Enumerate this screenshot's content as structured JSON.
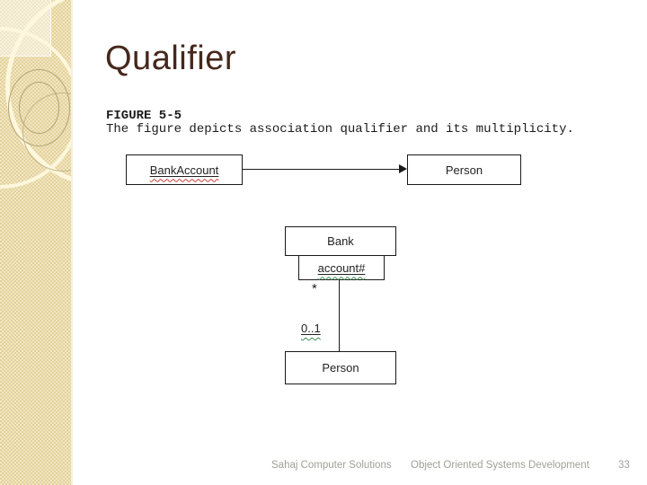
{
  "slide": {
    "title": "Qualifier",
    "figure_label": "FIGURE 5-5",
    "figure_caption": "The figure depicts association qualifier and its multiplicity.",
    "footer": {
      "company": "Sahaj Computer Solutions",
      "course": "Object Oriented Systems Development",
      "page_number": "33"
    }
  },
  "diagram_association": {
    "left_box": "BankAccount",
    "right_box": "Person"
  },
  "diagram_qualifier": {
    "class_box": "Bank",
    "qualifier_box": "account#",
    "multiplicity_near": "*",
    "multiplicity_far": "0..1",
    "target_box": "Person"
  },
  "icons": {
    "arrowhead": "solid-right-arrowhead"
  },
  "colors": {
    "title_text": "#46281c",
    "sidebar_base": "#e4d29d",
    "sidebar_check_light": "#f1e6c1",
    "diagram_line": "#1a1a1a",
    "footer_text": "#a0a097",
    "spellcheck_red": "#cc3b33",
    "grammar_green": "#3f8f4f"
  }
}
